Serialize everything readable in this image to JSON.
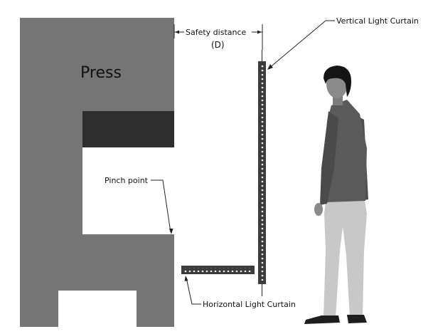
{
  "labels": {
    "press": "Press",
    "safety_distance": "Safety distance",
    "safety_distance_symbol": "(D)",
    "vertical_light_curtain": "Vertical Light Curtain",
    "pinch_point": "Pinch point",
    "horizontal_light_curtain": "Horizontal Light Curtain"
  },
  "colors": {
    "press_body": "#757575",
    "press_ram": "#2e2e2e",
    "curtain": "#3c3c3c",
    "curtain_dots": "#f2f2f2",
    "leader_lines": "#222222",
    "person_shirt": "#5a5a5a",
    "person_pants": "#c8c8c8",
    "person_hair": "#151515",
    "person_skin": "#8a8a8a"
  },
  "icons": {
    "person": "person-figure-icon"
  }
}
